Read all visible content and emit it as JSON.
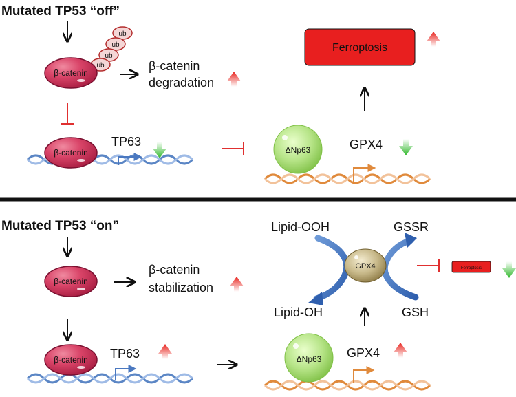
{
  "top": {
    "title": "Mutated TP53 “off”",
    "ub": "ub",
    "beta_catenin": "β-catenin",
    "degradation_line1": "β-catenin",
    "degradation_line2": "degradation",
    "tp63": "TP63",
    "ferroptosis": "Ferroptosis",
    "dnp63": "ΔNp63",
    "gpx4": "GPX4"
  },
  "bottom": {
    "title": "Mutated TP53 “on”",
    "beta_catenin": "β-catenin",
    "stabilization_line1": "β-catenin",
    "stabilization_line2": "stabilization",
    "tp63": "TP63",
    "lipid_ooh": "Lipid-OOH",
    "lipid_oh": "Lipid-OH",
    "gssr": "GSSR",
    "gsh": "GSH",
    "gpx4_enzyme": "GPX4",
    "ferroptosis": "Ferroptosis",
    "dnp63": "ΔNp63",
    "gpx4": "GPX4"
  },
  "colors": {
    "beta_catenin": "#c8385a",
    "ferroptosis_box": "#e81f1f",
    "dnp63": "#a6dc6a",
    "gpx4_enzyme": "#b5a16e",
    "up_arrow": "#e8221c",
    "down_arrow": "#3ec43a",
    "inhibit": "#e03030",
    "dna_blue": "#5b86c5",
    "dna_orange": "#e08a3c",
    "curve_arrow": "#4a78c0"
  }
}
